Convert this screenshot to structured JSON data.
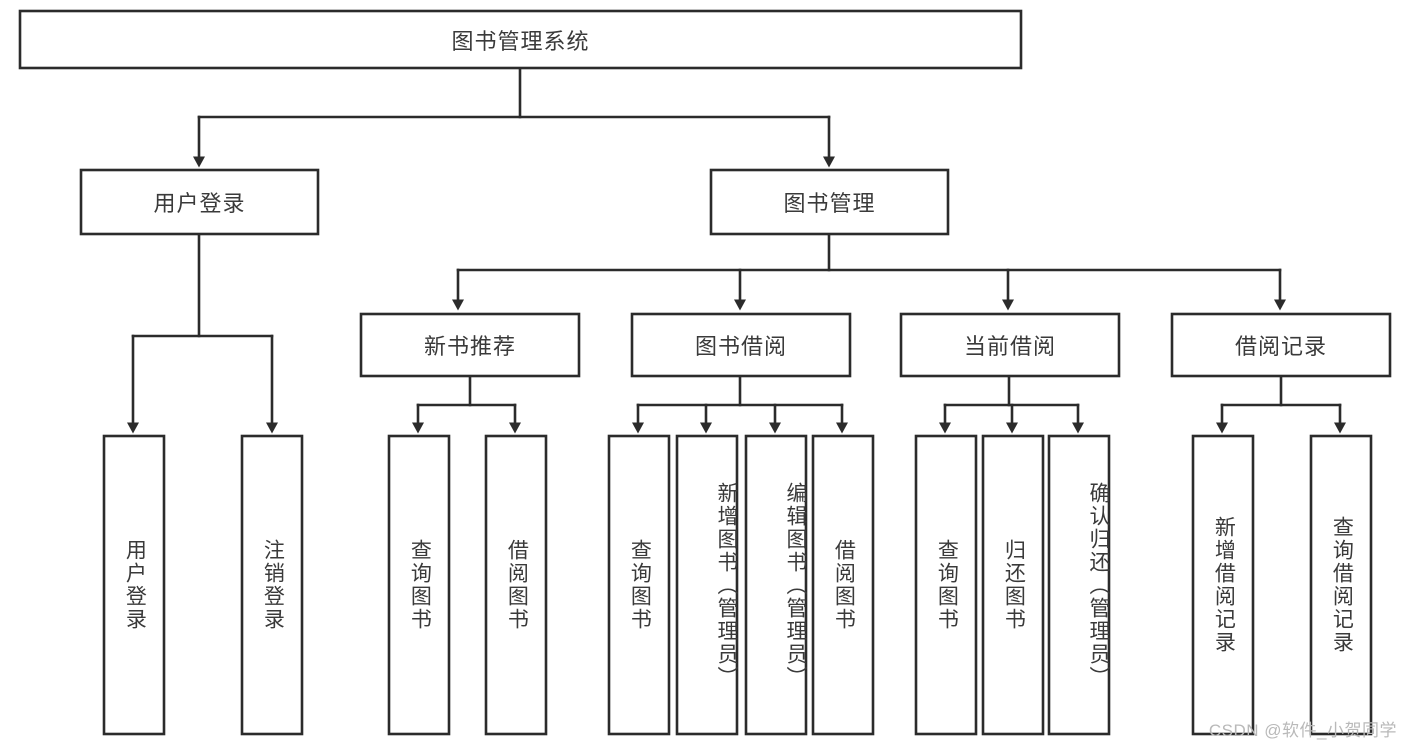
{
  "diagram": {
    "type": "tree-hierarchy",
    "title_node": {
      "label": "图书管理系统"
    },
    "level1": [
      {
        "id": "user-login",
        "label": "用户登录"
      },
      {
        "id": "book-management",
        "label": "图书管理"
      }
    ],
    "level2": [
      {
        "id": "new-book-recommend",
        "label": "新书推荐",
        "parent": "book-management"
      },
      {
        "id": "book-borrow",
        "label": "图书借阅",
        "parent": "book-management"
      },
      {
        "id": "current-borrow",
        "label": "当前借阅",
        "parent": "book-management"
      },
      {
        "id": "borrow-record",
        "label": "借阅记录",
        "parent": "book-management"
      }
    ],
    "leaves": [
      {
        "id": "leaf-user-login",
        "label": "用户登录",
        "parent": "user-login"
      },
      {
        "id": "leaf-logout-login",
        "label": "注销登录",
        "parent": "user-login"
      },
      {
        "id": "leaf-query-book-1",
        "label": "查询图书",
        "parent": "new-book-recommend"
      },
      {
        "id": "leaf-borrow-book-1",
        "label": "借阅图书",
        "parent": "new-book-recommend"
      },
      {
        "id": "leaf-query-book-2",
        "label": "查询图书",
        "parent": "book-borrow"
      },
      {
        "id": "leaf-add-book",
        "label": "新增图书（管理员）",
        "parent": "book-borrow"
      },
      {
        "id": "leaf-edit-book",
        "label": "编辑图书（管理员）",
        "parent": "book-borrow"
      },
      {
        "id": "leaf-borrow-book-2",
        "label": "借阅图书",
        "parent": "book-borrow"
      },
      {
        "id": "leaf-query-book-3",
        "label": "查询图书",
        "parent": "current-borrow"
      },
      {
        "id": "leaf-return-book",
        "label": "归还图书",
        "parent": "current-borrow"
      },
      {
        "id": "leaf-confirm-return",
        "label": "确认归还（管理员）",
        "parent": "current-borrow"
      },
      {
        "id": "leaf-add-record",
        "label": "新增借阅记录",
        "parent": "borrow-record"
      },
      {
        "id": "leaf-query-record",
        "label": "查询借阅记录",
        "parent": "borrow-record"
      }
    ],
    "colors": {
      "stroke": "#2b2b2b",
      "box_fill": "#ffffff",
      "text": "#3a3a3a",
      "background": "#ffffff",
      "watermark": "#b9b9b9"
    }
  },
  "watermark": {
    "text": "CSDN @软件_小贺同学"
  }
}
